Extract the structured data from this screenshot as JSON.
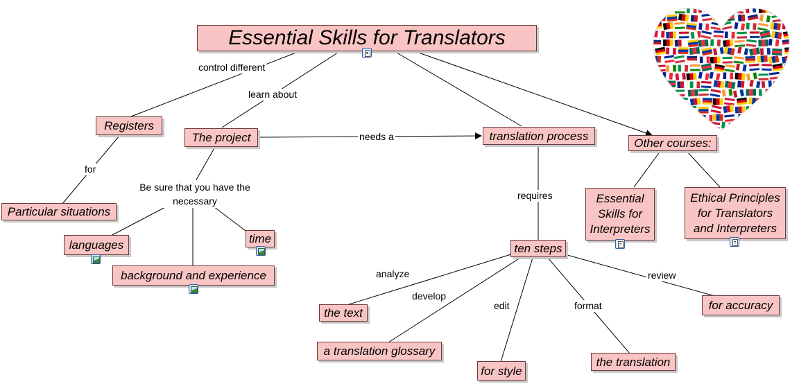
{
  "title": "Essential Skills for Translators",
  "nodes": {
    "registers": "Registers",
    "the_project": "The project",
    "translation_process": "translation process",
    "other_courses": "Other courses:",
    "particular_situations": "Particular situations",
    "languages": "languages",
    "time": "time",
    "background": "background and experience",
    "ten_steps": "ten steps",
    "essential_interpreters": "Essential Skills for Interpreters",
    "ethical_principles": "Ethical Principles for Translators and Interpreters",
    "the_text": "the text",
    "translation_glossary": "a translation glossary",
    "for_style": "for style",
    "the_translation": "the translation",
    "for_accuracy": "for accuracy"
  },
  "links": {
    "control_different": "control different",
    "learn_about": "learn about",
    "for": "for",
    "needs_a": "needs a",
    "be_sure": "Be sure that you have the necessary",
    "requires": "requires",
    "analyze": "analyze",
    "develop": "develop",
    "edit": "edit",
    "format": "format",
    "review": "review"
  },
  "icons": {
    "title": "document-icon",
    "languages": "image-icon",
    "time": "image-icon",
    "background": "image-icon",
    "essential_interpreters": "document-icon",
    "ethical_principles": "document-icon"
  },
  "colors": {
    "node_fill": "#f9c4c4",
    "node_border": "#6b3a3a",
    "line": "#000000"
  }
}
